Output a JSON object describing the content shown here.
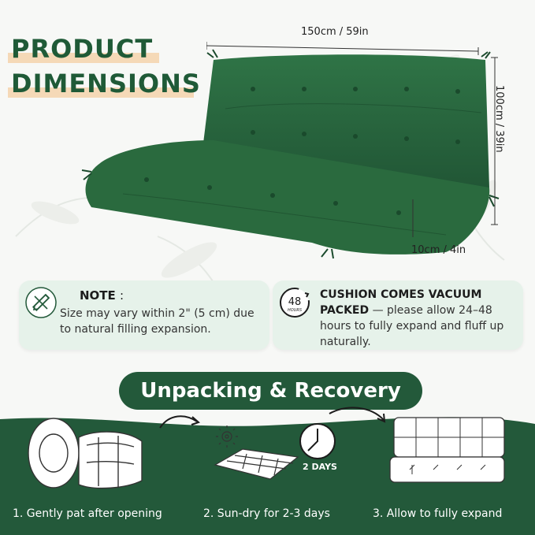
{
  "title": {
    "line1": "PRODUCT",
    "line2": "DIMENSIONS"
  },
  "dimensions": {
    "width": "150cm / 59in",
    "height": "100cm / 39in",
    "depth": "10cm / 4in"
  },
  "note_card": {
    "heading": "NOTE",
    "separator": ":",
    "body": "Size may vary within 2\" (5 cm) due to natural filling expansion.",
    "icon": "ruler-pencil-icon"
  },
  "vacuum_card": {
    "icon_number": "48",
    "icon_caption": "HOURS",
    "heading": "CUSHION COMES VACUUM PACKED",
    "body": " — please allow 24–48 hours to fully expand and fluff up naturally."
  },
  "section_title": "Unpacking & Recovery",
  "steps": [
    {
      "label": "1. Gently pat after opening"
    },
    {
      "label": "2. Sun-dry for 2-3 days"
    },
    {
      "label": "3. Allow to fully expand"
    }
  ],
  "days_badge": "2 DAYS",
  "colors": {
    "brand_green": "#23593a",
    "cushion_green": "#2a6a3e",
    "card_bg": "#e6f2ea",
    "highlight": "#f5d9b7"
  }
}
